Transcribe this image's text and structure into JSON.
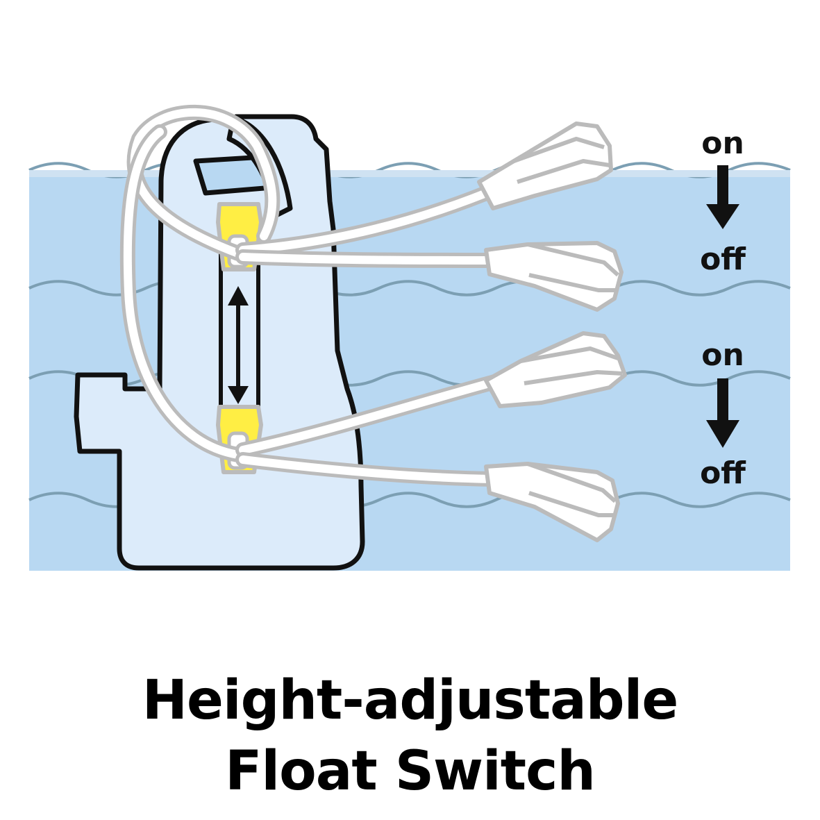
{
  "caption": {
    "line1": "Height-adjustable",
    "line2": "Float Switch"
  },
  "levels": {
    "upper_on": "on",
    "upper_off": "off",
    "lower_on": "on",
    "lower_off": "off"
  },
  "colors": {
    "water": "#b8d8f2",
    "water_line": "#7c9fb3",
    "pump_body": "#dcebfa",
    "outline": "#111111",
    "cable": "#bbbbbb",
    "float_fill": "#ffffff",
    "clip": "#ffee44"
  }
}
